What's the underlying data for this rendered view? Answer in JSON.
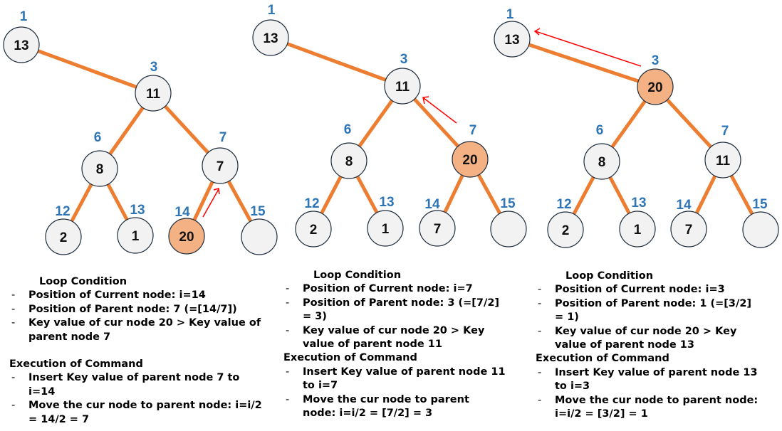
{
  "trees": [
    {
      "nodes": [
        {
          "pos": "1",
          "val": "13",
          "hl": false
        },
        {
          "pos": "3",
          "val": "11",
          "hl": false
        },
        {
          "pos": "6",
          "val": "8",
          "hl": false
        },
        {
          "pos": "7",
          "val": "7",
          "hl": false
        },
        {
          "pos": "12",
          "val": "2",
          "hl": false
        },
        {
          "pos": "13",
          "val": "1",
          "hl": false
        },
        {
          "pos": "14",
          "val": "20",
          "hl": true
        },
        {
          "pos": "15",
          "val": "",
          "hl": false
        }
      ],
      "text": {
        "loop_heading": "Loop Condition",
        "loop_items": [
          "Position of Current node: i=14",
          "Position of Parent node: 7 (=[14/7])",
          "Key value of cur node 20 > Key value of parent node 7"
        ],
        "exec_heading": "Execution of Command",
        "exec_items": [
          "Insert Key value of parent node 7 to i=14",
          "Move the cur node to parent node: i=i/2 = 14/2 = 7"
        ]
      }
    },
    {
      "nodes": [
        {
          "pos": "1",
          "val": "13",
          "hl": false
        },
        {
          "pos": "3",
          "val": "11",
          "hl": false
        },
        {
          "pos": "6",
          "val": "8",
          "hl": false
        },
        {
          "pos": "7",
          "val": "20",
          "hl": true
        },
        {
          "pos": "12",
          "val": "2",
          "hl": false
        },
        {
          "pos": "13",
          "val": "1",
          "hl": false
        },
        {
          "pos": "14",
          "val": "7",
          "hl": false
        },
        {
          "pos": "15",
          "val": "",
          "hl": false
        }
      ],
      "text": {
        "loop_heading": "Loop Condition",
        "loop_items": [
          "Position of Current node: i=7",
          "Position of Parent node: 3 (=[7/2] = 3)",
          "Key value of cur node 20 > Key value of parent node 11"
        ],
        "exec_heading": "Execution of Command",
        "exec_items": [
          "Insert Key value of parent node 11 to i=7",
          "Move the cur node to parent node: i=i/2 = [7/2] = 3"
        ]
      }
    },
    {
      "nodes": [
        {
          "pos": "1",
          "val": "13",
          "hl": false
        },
        {
          "pos": "3",
          "val": "20",
          "hl": true
        },
        {
          "pos": "6",
          "val": "8",
          "hl": false
        },
        {
          "pos": "7",
          "val": "11",
          "hl": false
        },
        {
          "pos": "12",
          "val": "2",
          "hl": false
        },
        {
          "pos": "13",
          "val": "1",
          "hl": false
        },
        {
          "pos": "14",
          "val": "7",
          "hl": false
        },
        {
          "pos": "15",
          "val": "",
          "hl": false
        }
      ],
      "text": {
        "loop_heading": "Loop Condition",
        "loop_items": [
          "Position of Current node: i=3",
          "Position of Parent node: 1 (=[3/2] = 1)",
          "Key value of cur node 20 > Key value of parent node 13"
        ],
        "exec_heading": "Execution of Command",
        "exec_items": [
          "Insert Key value of parent node 13 to i=3",
          "Move the cur node to parent node: i=i/2 = [3/2] = 1"
        ]
      }
    }
  ]
}
